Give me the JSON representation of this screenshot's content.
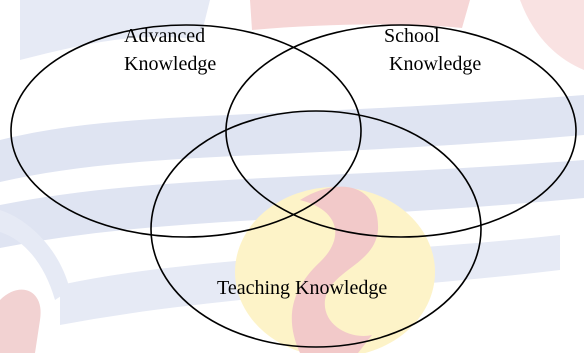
{
  "diagram": {
    "circles": [
      {
        "name": "advanced-knowledge",
        "label_lines": [
          "Advanced",
          "Knowledge"
        ]
      },
      {
        "name": "school-knowledge",
        "label_lines": [
          "School",
          "Knowledge"
        ]
      },
      {
        "name": "teaching-knowledge",
        "label_lines": [
          "Teaching Knowledge"
        ]
      }
    ]
  },
  "colors": {
    "background": "#ffffff",
    "watermark_blue": "#dfe4f2",
    "watermark_red": "#f6d6d6",
    "watermark_yellow": "#fdf3c8",
    "stroke": "#000000"
  }
}
